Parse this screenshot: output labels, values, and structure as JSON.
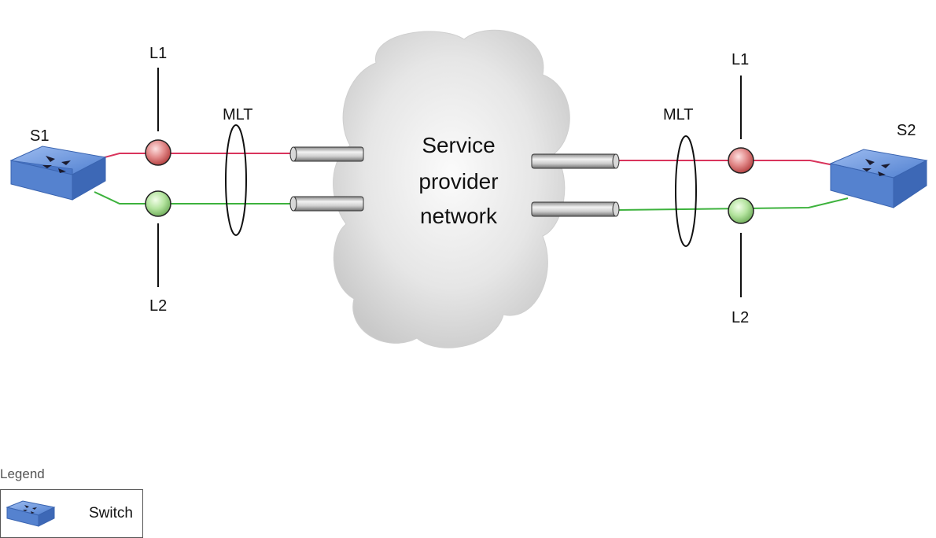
{
  "diagram": {
    "cloud_label_line1": "Service",
    "cloud_label_line2": "provider",
    "cloud_label_line3": "network",
    "left": {
      "switch_label": "S1",
      "link1_label": "L1",
      "link2_label": "L2",
      "mlt_label": "MLT"
    },
    "right": {
      "switch_label": "S2",
      "link1_label": "L1",
      "link2_label": "L2",
      "mlt_label": "MLT"
    },
    "colors": {
      "link1_line": "#d9345c",
      "link2_line": "#3db23d",
      "link1_node": "#d96a6a",
      "link2_node": "#9fd98a",
      "switch_body": "#5b86d6"
    },
    "icons": {
      "switch": "switch-icon",
      "port_red": "port-node-icon",
      "port_green": "port-node-icon",
      "tunnel": "tunnel-pipe-icon",
      "cloud": "cloud-icon"
    }
  },
  "legend": {
    "title": "Legend",
    "items": [
      {
        "icon": "switch-icon",
        "label": "Switch"
      }
    ]
  }
}
